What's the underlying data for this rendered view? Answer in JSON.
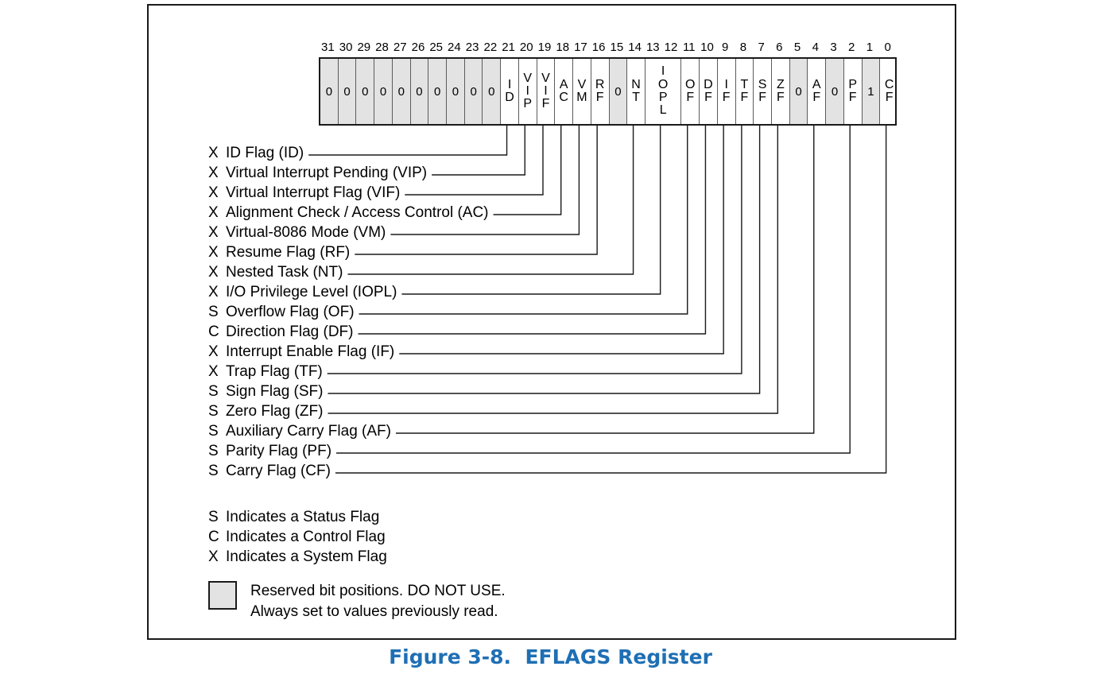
{
  "figure": {
    "caption": "Figure 3-8.  EFLAGS Register",
    "caption_color": "#1f6fb4"
  },
  "register": {
    "name": "EFLAGS",
    "bit_numbers": [
      "31",
      "30",
      "29",
      "28",
      "27",
      "26",
      "25",
      "24",
      "23",
      "22",
      "21",
      "20",
      "19",
      "18",
      "17",
      "16",
      "15",
      "14",
      "13",
      "12",
      "11",
      "10",
      "9",
      "8",
      "7",
      "6",
      "5",
      "4",
      "3",
      "2",
      "1",
      "0"
    ],
    "reserved_fill": "#e3e3e3",
    "cells": [
      {
        "bits": [
          31
        ],
        "text": "0",
        "reserved": true
      },
      {
        "bits": [
          30
        ],
        "text": "0",
        "reserved": true
      },
      {
        "bits": [
          29
        ],
        "text": "0",
        "reserved": true
      },
      {
        "bits": [
          28
        ],
        "text": "0",
        "reserved": true
      },
      {
        "bits": [
          27
        ],
        "text": "0",
        "reserved": true
      },
      {
        "bits": [
          26
        ],
        "text": "0",
        "reserved": true
      },
      {
        "bits": [
          25
        ],
        "text": "0",
        "reserved": true
      },
      {
        "bits": [
          24
        ],
        "text": "0",
        "reserved": true
      },
      {
        "bits": [
          23
        ],
        "text": "0",
        "reserved": true
      },
      {
        "bits": [
          22
        ],
        "text": "0",
        "reserved": true
      },
      {
        "bits": [
          21
        ],
        "text": "ID",
        "reserved": false
      },
      {
        "bits": [
          20
        ],
        "text": "VIP",
        "reserved": false
      },
      {
        "bits": [
          19
        ],
        "text": "VIF",
        "reserved": false
      },
      {
        "bits": [
          18
        ],
        "text": "AC",
        "reserved": false
      },
      {
        "bits": [
          17
        ],
        "text": "VM",
        "reserved": false
      },
      {
        "bits": [
          16
        ],
        "text": "RF",
        "reserved": false
      },
      {
        "bits": [
          15
        ],
        "text": "0",
        "reserved": true
      },
      {
        "bits": [
          14
        ],
        "text": "NT",
        "reserved": false
      },
      {
        "bits": [
          13,
          12
        ],
        "text": "IOPL",
        "reserved": false
      },
      {
        "bits": [
          11
        ],
        "text": "OF",
        "reserved": false
      },
      {
        "bits": [
          10
        ],
        "text": "DF",
        "reserved": false
      },
      {
        "bits": [
          9
        ],
        "text": "IF",
        "reserved": false
      },
      {
        "bits": [
          8
        ],
        "text": "TF",
        "reserved": false
      },
      {
        "bits": [
          7
        ],
        "text": "SF",
        "reserved": false
      },
      {
        "bits": [
          6
        ],
        "text": "ZF",
        "reserved": false
      },
      {
        "bits": [
          5
        ],
        "text": "0",
        "reserved": true
      },
      {
        "bits": [
          4
        ],
        "text": "AF",
        "reserved": false
      },
      {
        "bits": [
          3
        ],
        "text": "0",
        "reserved": true
      },
      {
        "bits": [
          2
        ],
        "text": "PF",
        "reserved": false
      },
      {
        "bits": [
          1
        ],
        "text": "1",
        "reserved": true
      },
      {
        "bits": [
          0
        ],
        "text": "CF",
        "reserved": false
      }
    ]
  },
  "flags": [
    {
      "kind": "X",
      "label": "ID Flag (ID)",
      "bit": 21
    },
    {
      "kind": "X",
      "label": "Virtual Interrupt Pending (VIP)",
      "bit": 20
    },
    {
      "kind": "X",
      "label": "Virtual Interrupt Flag (VIF)",
      "bit": 19
    },
    {
      "kind": "X",
      "label": "Alignment Check / Access Control (AC)",
      "bit": 18
    },
    {
      "kind": "X",
      "label": "Virtual-8086 Mode (VM)",
      "bit": 17
    },
    {
      "kind": "X",
      "label": "Resume Flag (RF)",
      "bit": 16
    },
    {
      "kind": "X",
      "label": "Nested Task (NT)",
      "bit": 14
    },
    {
      "kind": "X",
      "label": "I/O Privilege Level (IOPL)",
      "bit": 12.5
    },
    {
      "kind": "S",
      "label": "Overflow Flag (OF)",
      "bit": 11
    },
    {
      "kind": "C",
      "label": "Direction Flag (DF)",
      "bit": 10
    },
    {
      "kind": "X",
      "label": "Interrupt Enable Flag (IF)",
      "bit": 9
    },
    {
      "kind": "X",
      "label": "Trap Flag (TF)",
      "bit": 8
    },
    {
      "kind": "S",
      "label": "Sign Flag (SF)",
      "bit": 7
    },
    {
      "kind": "S",
      "label": "Zero Flag (ZF)",
      "bit": 6
    },
    {
      "kind": "S",
      "label": "Auxiliary Carry Flag (AF)",
      "bit": 4
    },
    {
      "kind": "S",
      "label": "Parity Flag (PF)",
      "bit": 2
    },
    {
      "kind": "S",
      "label": "Carry Flag (CF)",
      "bit": 0
    }
  ],
  "legend": [
    {
      "kind": "S",
      "text": "Indicates a Status Flag"
    },
    {
      "kind": "C",
      "text": "Indicates a Control Flag"
    },
    {
      "kind": "X",
      "text": "Indicates a System Flag"
    }
  ],
  "reserved_note": {
    "line1": "Reserved bit positions. DO NOT USE.",
    "line2": "Always set to values previously read."
  }
}
